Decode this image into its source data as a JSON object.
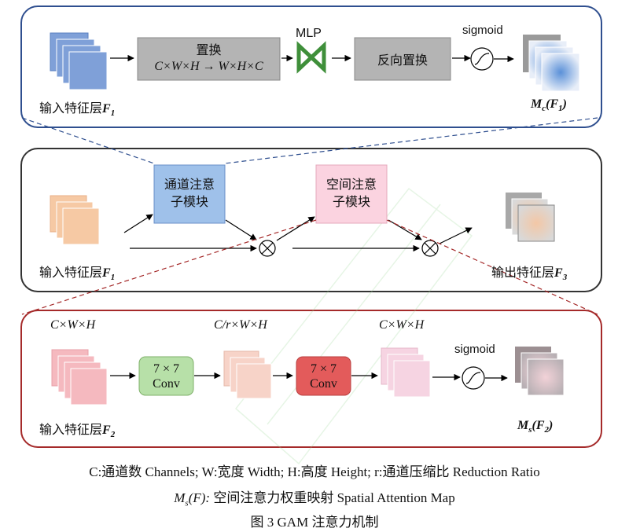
{
  "top": {
    "input_label": "输入特征层",
    "input_sym": "F",
    "input_sub": "1",
    "permute_title": "置换",
    "permute_formula": "C×W×H → W×H×C",
    "mlp_label": "MLP",
    "reverse_label": "反向置换",
    "sigmoid_label": "sigmoid",
    "output_sym": "M",
    "output_sub": "c",
    "output_arg": "(F",
    "output_arg_sub": "1",
    "output_close": ")"
  },
  "middle": {
    "input_label": "输入特征层",
    "input_sub": "1",
    "channel_module": [
      "通道注意",
      "子模块"
    ],
    "spatial_module": [
      "空间注意",
      "子模块"
    ],
    "output_label": "输出特征层",
    "output_sub": "3",
    "multiply_symbol": "⊗"
  },
  "bottom": {
    "input_label": "输入特征层",
    "input_sub": "2",
    "dim1": "C×W×H",
    "dim2": "C/r×W×H",
    "dim3": "C×W×H",
    "conv1_line1": "7 × 7",
    "conv1_line2": "Conv",
    "conv2_line1": "7 × 7",
    "conv2_line2": "Conv",
    "sigmoid_label": "sigmoid",
    "output_sym": "M",
    "output_sub": "s",
    "output_arg": "(F",
    "output_arg_sub": "2",
    "output_close": ")"
  },
  "caption": {
    "line1": "C:通道数 Channels;    W:宽度 Width;    H:高度 Height;    r:通道压缩比 Reduction Ratio",
    "line2_math": "M",
    "line2_sub": "s",
    "line2_arg": "(F):",
    "line2_text": "  空间注意力权重映射 Spatial Attention Map",
    "line3": "图 3 GAM 注意力机制"
  },
  "colors": {
    "top_border": "#2f4f8f",
    "middle_border": "#333333",
    "bottom_border": "#a52a2a",
    "blue_square": "#7fa0d8",
    "grey_box": "#b4b4b4",
    "mlp_green": "#3f8f3a",
    "orange_square": "#f6c9a4",
    "module_blue": "#9fc1ea",
    "module_pink": "#fbd3e0",
    "pink_square": "#f5b9bf",
    "conv_green": "#b7e0a8",
    "conv_red": "#e35b5b"
  }
}
